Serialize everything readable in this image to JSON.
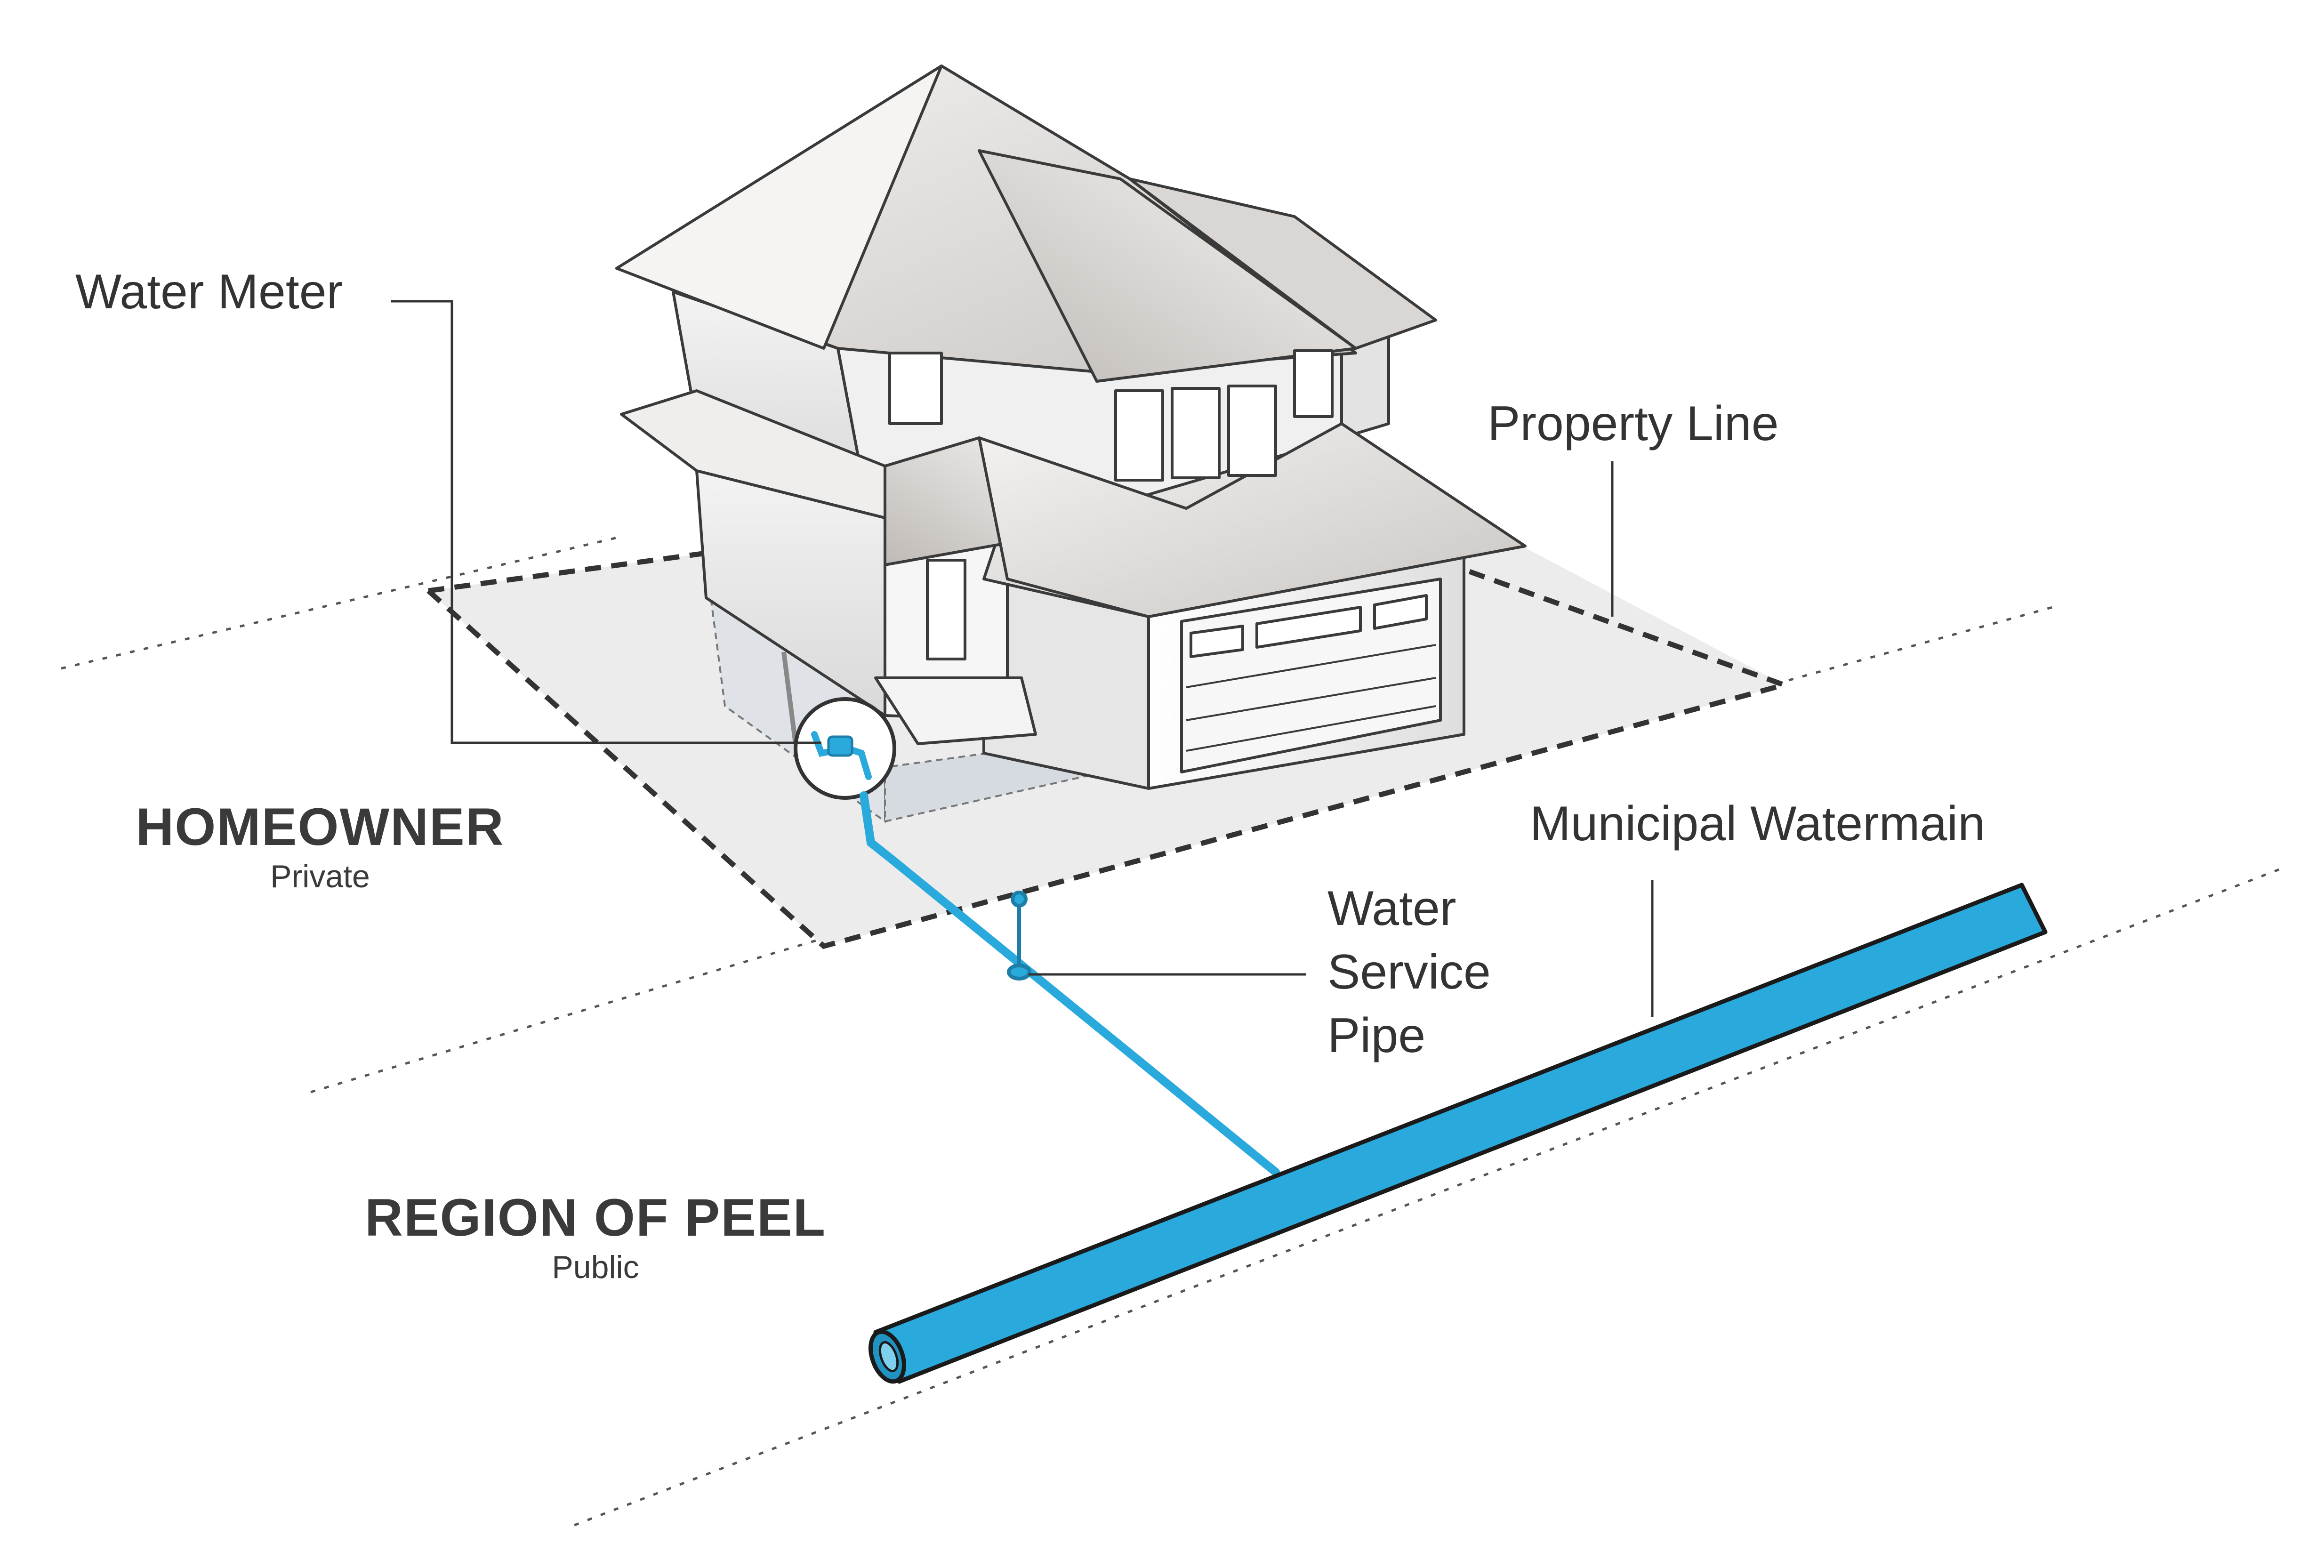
{
  "labels": {
    "water_meter": "Water Meter",
    "property_line": "Property Line",
    "municipal_watermain": "Municipal Watermain",
    "water_service_pipe": [
      "Water",
      "Service",
      "Pipe"
    ]
  },
  "zones": {
    "homeowner": {
      "title": "HOMEOWNER",
      "subtitle": "Private"
    },
    "region": {
      "title": "REGION OF PEEL",
      "subtitle": "Public"
    }
  },
  "colors": {
    "pipe": "#29a9dc",
    "pipe_dark": "#1d7fa8",
    "lot": "#ececec",
    "house_wall": "#f2f2f2",
    "roof": "#e4e2e0",
    "outline": "#3a3a3a",
    "text": "#333333"
  }
}
